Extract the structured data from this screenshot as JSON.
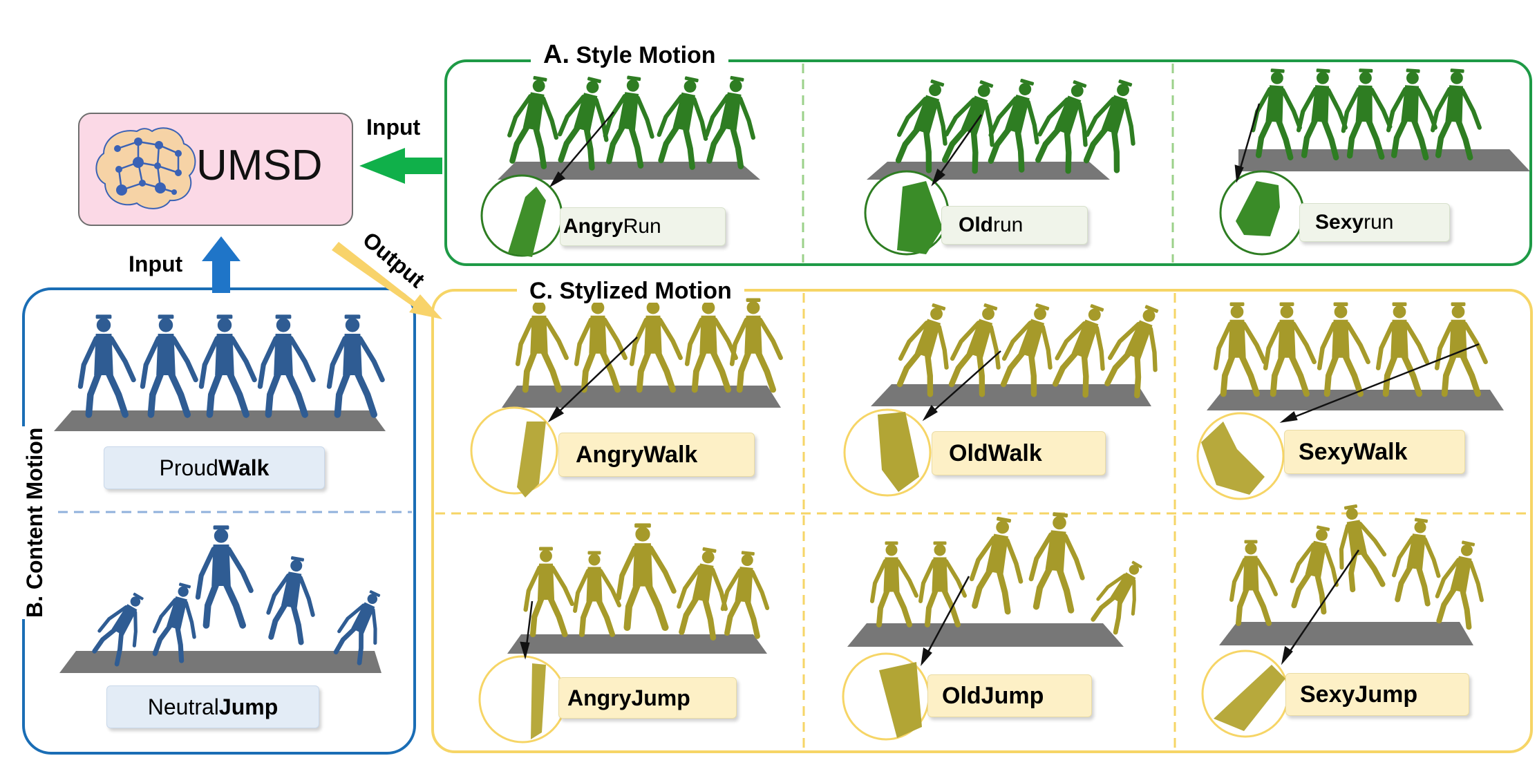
{
  "colors": {
    "green": "#1e9a46",
    "green_figure": "#2e7d22",
    "yellow": "#f6d566",
    "yellow_figure": "#a69a2a",
    "blue": "#1a6db5",
    "blue_figure": "#2f5c93",
    "umsd_fill": "#fbd9e6",
    "arrow_green": "#10b04a",
    "arrow_blue": "#1f75c8",
    "arrow_yellow": "#f8d36a"
  },
  "icons": {
    "model": "brain-network-icon",
    "figure": "humanoid-figure-icon",
    "zoom": "zoom-circle-icon"
  },
  "umsd": {
    "label": "UMSD"
  },
  "arrows": {
    "style_input": "Input",
    "content_input": "Input",
    "output": "Output"
  },
  "style_motion": {
    "title_prefix": "A.",
    "title": " Style Motion",
    "cells": [
      {
        "style": "Angry",
        "motion": " Run"
      },
      {
        "style": "Old",
        "motion": " run"
      },
      {
        "style": "Sexy",
        "motion": " run"
      }
    ]
  },
  "content_motion": {
    "title": "B. Content Motion",
    "cells": [
      {
        "style": "Proud ",
        "motion": "Walk"
      },
      {
        "style": "Neutral ",
        "motion": "Jump"
      }
    ]
  },
  "stylized_motion": {
    "title_prefix": "C.",
    "title": " Stylized Motion",
    "rows": [
      [
        {
          "style": "Angry",
          "motion": " Walk"
        },
        {
          "style": "Old",
          "motion": " Walk"
        },
        {
          "style": "Sexy",
          "motion": " Walk"
        }
      ],
      [
        {
          "style": "Angry",
          "motion": " Jump"
        },
        {
          "style": "Old",
          "motion": " Jump"
        },
        {
          "style": "Sexy",
          "motion": " Jump"
        }
      ]
    ]
  }
}
